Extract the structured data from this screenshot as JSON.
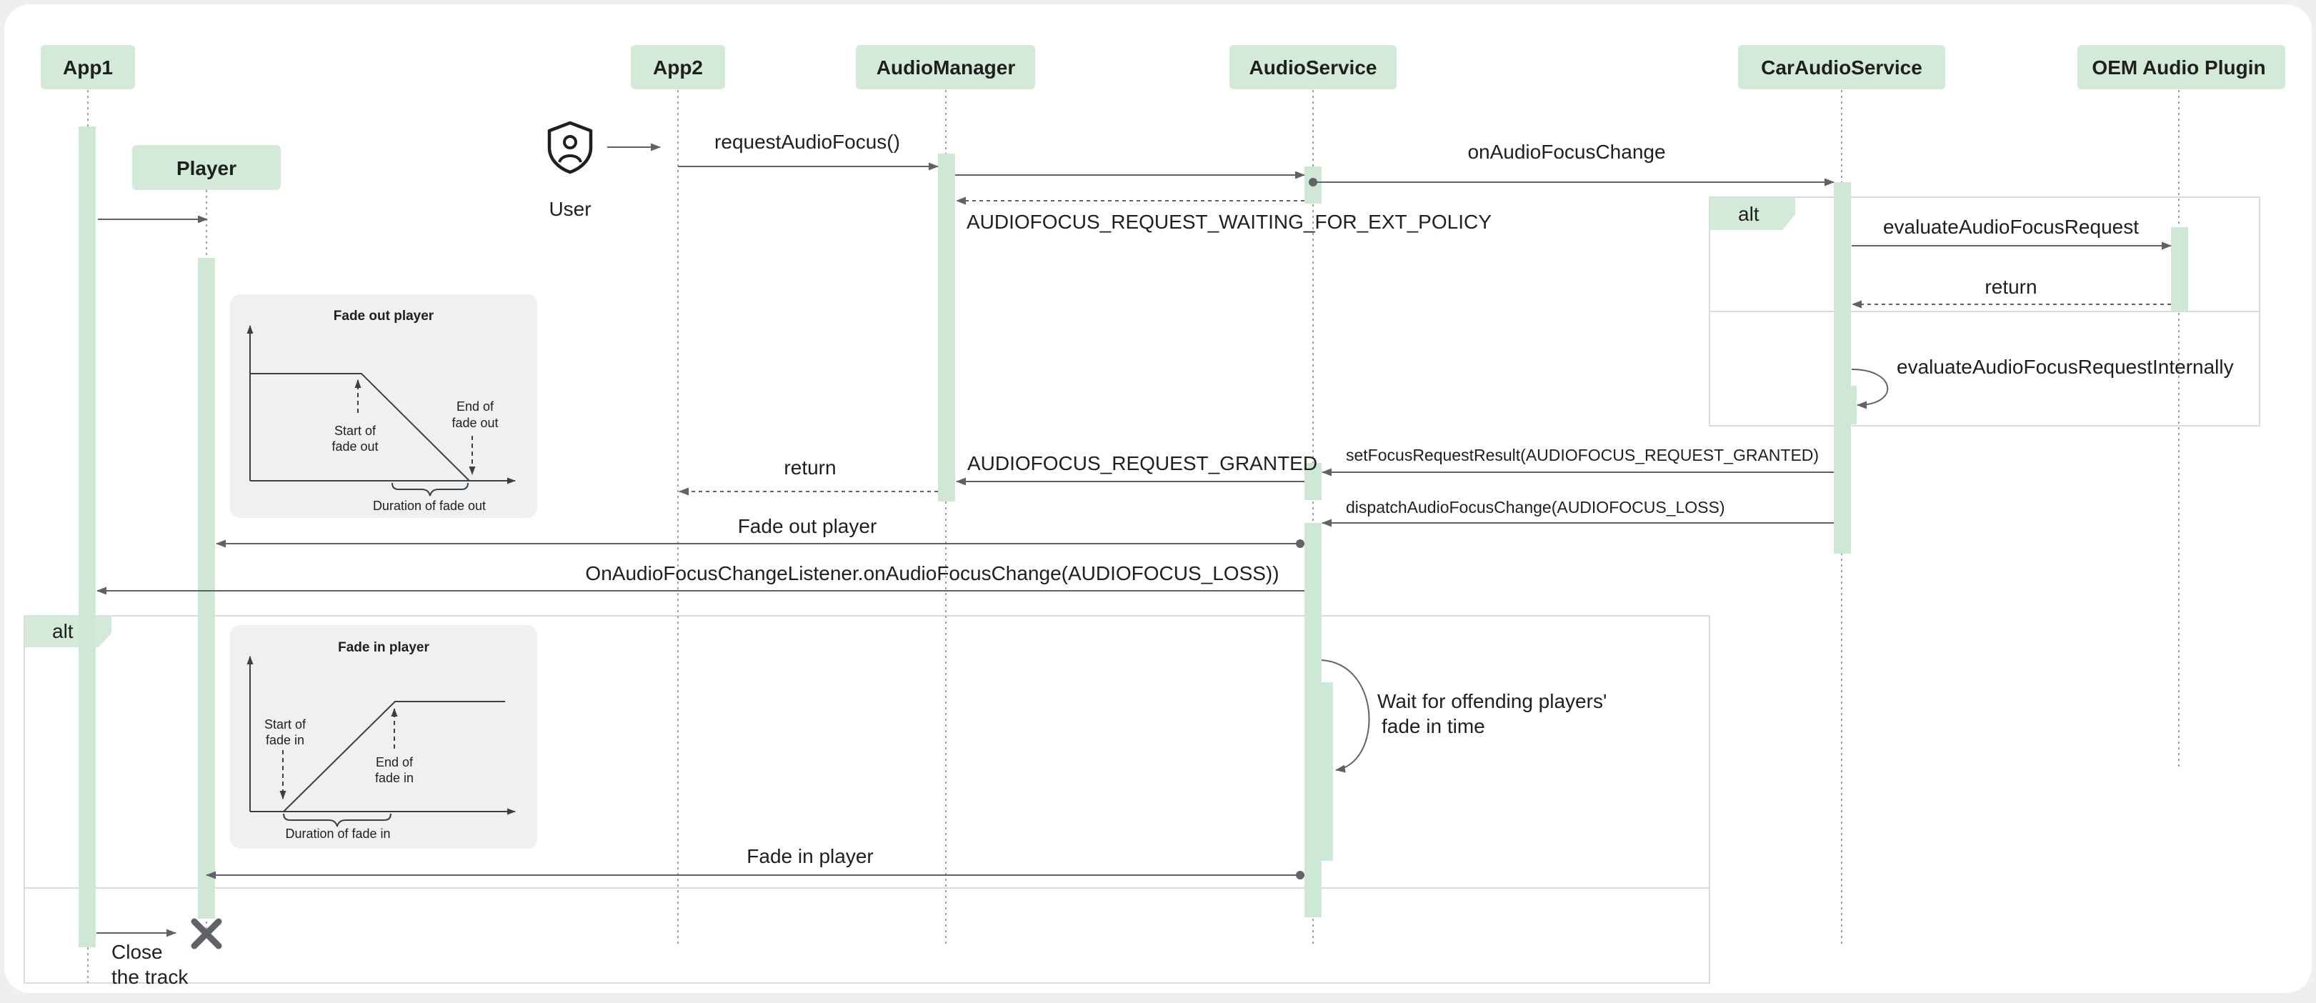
{
  "colors": {
    "activation": "#cfe8d5",
    "header_box": "#d3ead9",
    "lifeline": "#9aa0a6",
    "arrow": "#5f6368",
    "fragment_border": "#d9dcdf",
    "inset_bg": "#eef0f2",
    "text": "#1f1f1f"
  },
  "participants": {
    "app1": "App1",
    "player": "Player",
    "app2": "App2",
    "audio_manager": "AudioManager",
    "audio_service": "AudioService",
    "car_audio_service": "CarAudioService",
    "oem_audio_plugin": "OEM Audio Plugin"
  },
  "actor": {
    "label": "User",
    "icon": "user-shield-icon"
  },
  "messages": {
    "request_audio_focus": "requestAudioFocus()",
    "on_audio_focus_change": "onAudioFocusChange",
    "waiting_ext_policy": "AUDIOFOCUS_REQUEST_WAITING_FOR_EXT_POLICY",
    "evaluate_request": "evaluateAudioFocusRequest",
    "return_oem": "return",
    "evaluate_internally": "evaluateAudioFocusRequestInternally",
    "set_focus_result": "setFocusRequestResult(AUDIOFOCUS_REQUEST_GRANTED)",
    "request_granted": "AUDIOFOCUS_REQUEST_GRANTED",
    "return_app2": "return",
    "dispatch_focus_change": "dispatchAudioFocusChange(AUDIOFOCUS_LOSS)",
    "fade_out_player": "Fade out player",
    "listener_loss": "OnAudioFocusChangeListener.onAudioFocusChange(AUDIOFOCUS_LOSS))",
    "wait_line1": "Wait for offending players'",
    "wait_line2": "fade in time",
    "fade_in_player": "Fade in player",
    "close_line1": "Close",
    "close_line2": "the track"
  },
  "fragments": {
    "alt_car": "alt",
    "alt_app": "alt"
  },
  "insets": {
    "fade_out": {
      "title": "Fade out player",
      "start_line1": "Start of",
      "start_line2": "fade out",
      "end_line1": "End of",
      "end_line2": "fade out",
      "duration": "Duration of fade out"
    },
    "fade_in": {
      "title": "Fade in player",
      "start_line1": "Start of",
      "start_line2": "fade in",
      "end_line1": "End of",
      "end_line2": "fade in",
      "duration": "Duration of fade in"
    }
  }
}
